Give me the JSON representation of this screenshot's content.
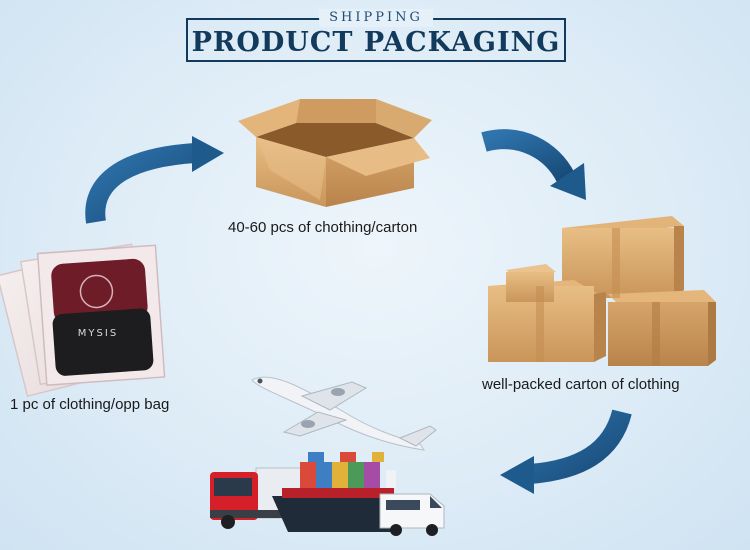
{
  "header": {
    "subtitle": "SHIPPING",
    "title": "PRODUCT PACKAGING"
  },
  "steps": [
    {
      "label": "40-60 pcs of chothing/carton",
      "icon": "open-carton-box-icon"
    },
    {
      "label": "well-packed carton of clothing",
      "icon": "stacked-cartons-icon"
    },
    {
      "label": "1 pc of clothing/opp bag",
      "icon": "opp-bag-clothing-icon"
    }
  ],
  "transport_icons": [
    "airplane-icon",
    "truck-icon",
    "cargo-ship-icon",
    "van-icon"
  ],
  "bag_print": "MYSIS",
  "colors": {
    "arrow": "#1e5a8c",
    "carton": "#d9a86a",
    "title": "#123a5c"
  }
}
